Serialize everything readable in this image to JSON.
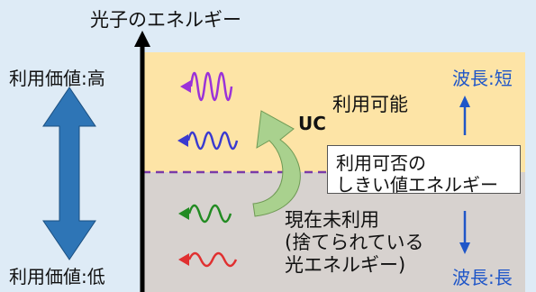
{
  "axis": {
    "title": "光子のエネルギー"
  },
  "left_scale": {
    "top_label": "利用価値:高",
    "bottom_label": "利用価値:低"
  },
  "right_scale": {
    "top_label": "波長:短",
    "bottom_label": "波長:長"
  },
  "regions": {
    "usable": {
      "label": "利用可能",
      "color": "#fde4a6"
    },
    "unused": {
      "label_lines": [
        "現在未利用",
        "(捨てられている",
        "光エネルギー)"
      ],
      "color": "#d7d2cf"
    }
  },
  "threshold": {
    "line1": "利用可否の",
    "line2": "しきい値エネルギー",
    "line_color": "#7a3aa8"
  },
  "conversion": {
    "label": "UC",
    "arrow_color": "#a9d18e"
  },
  "colors": {
    "background": "#deebf6",
    "value_arrow": "#2e75b6",
    "wavelength_arrow": "#1f56c8",
    "waves": [
      "#9b32d8",
      "#3a3ad0",
      "#228b22",
      "#e03030"
    ]
  }
}
